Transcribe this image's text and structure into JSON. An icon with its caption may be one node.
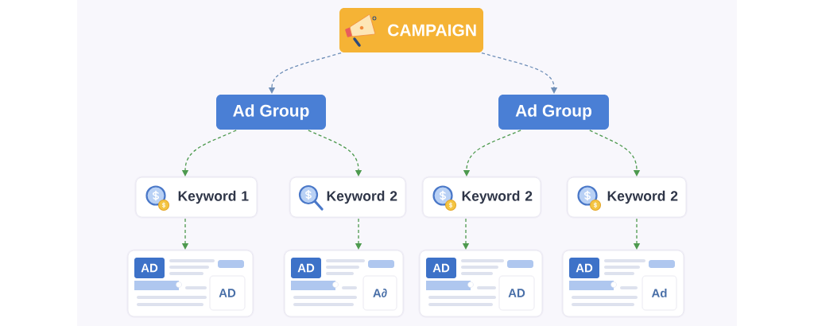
{
  "diagram": {
    "nodes": [
      {
        "text": [
          "CAMPAIGN"
        ]
      },
      {
        "text": [
          "Ad Group"
        ]
      },
      {
        "text": [
          "Ad Group"
        ]
      },
      {
        "text": [
          "Keyword 1"
        ]
      },
      {
        "text": [
          "Keyword 2"
        ]
      },
      {
        "text": [
          "Keyword 2"
        ]
      },
      {
        "text": [
          "Keyword 2"
        ]
      },
      {
        "text": [],
        "shape": "box"
      },
      {
        "text": [
          "AD"
        ],
        "in": 7
      },
      {
        "text": [
          "AD"
        ],
        "in": 7
      },
      {
        "text": [],
        "shape": "box"
      },
      {
        "text": [
          "AD"
        ],
        "in": 10
      },
      {
        "text": [
          "A∂"
        ],
        "in": 10
      },
      {
        "text": [],
        "shape": "box"
      },
      {
        "text": [
          "AD"
        ],
        "in": 13
      },
      {
        "text": [
          "AD"
        ],
        "in": 13
      },
      {
        "text": [],
        "shape": "box"
      },
      {
        "text": [
          "AD"
        ],
        "in": 16
      },
      {
        "text": [
          "Ad"
        ],
        "in": 16
      }
    ],
    "edges": [
      {
        "from": 0,
        "to": 1,
        "arrow": "to",
        "style": "dashed",
        "color": "#6f8fb8"
      },
      {
        "from": 0,
        "to": 2,
        "arrow": "to",
        "style": "dashed",
        "color": "#6f8fb8"
      },
      {
        "from": 1,
        "to": 3,
        "arrow": "to",
        "style": "dashed"
      },
      {
        "from": 1,
        "to": 4,
        "arrow": "to",
        "style": "dashed"
      },
      {
        "from": 2,
        "to": 5,
        "arrow": "to",
        "style": "dashed"
      },
      {
        "from": 2,
        "to": 6,
        "arrow": "to",
        "style": "dashed"
      },
      {
        "from": 3,
        "to": 7,
        "arrow": "to",
        "style": "dashed"
      },
      {
        "from": 4,
        "to": 10,
        "arrow": "to",
        "style": "dashed"
      },
      {
        "from": 5,
        "to": 13,
        "arrow": "to",
        "style": "dashed"
      },
      {
        "from": 6,
        "to": 16,
        "arrow": "to",
        "style": "dashed"
      }
    ]
  }
}
